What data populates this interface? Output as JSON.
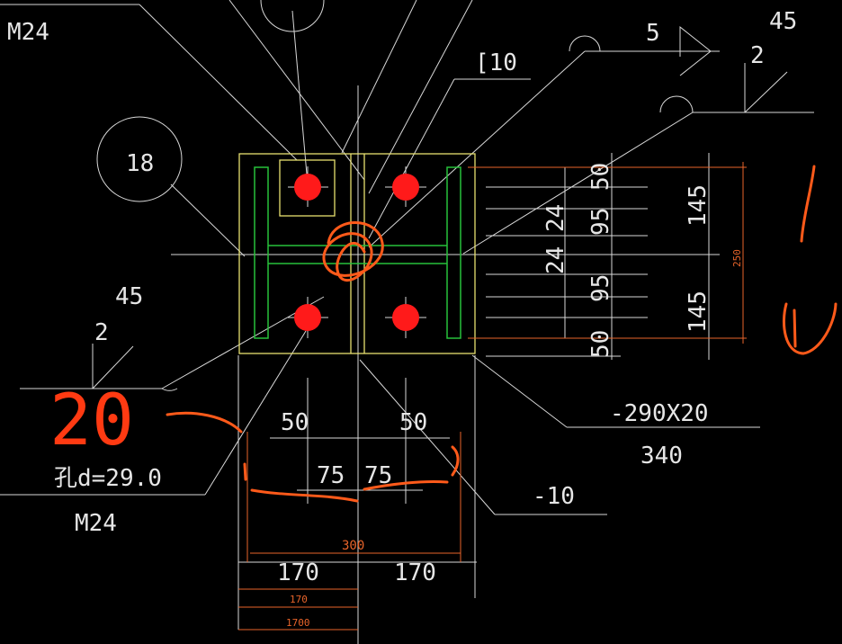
{
  "labels": {
    "bolt_top_left": "M24",
    "bolt_bottom_left": "M24",
    "channel": "[10",
    "weld_size_top": "5",
    "weld_top_2": "2",
    "weld_top_45": "45",
    "weld_left_2": "2",
    "weld_left_45": "45",
    "detail_no": "18",
    "plate_spec": "-290X20",
    "plate_len": "340",
    "stiffener": "-10",
    "hole_d": "孔d=29.0"
  },
  "dims_bottom": {
    "d50_left": "50",
    "d50_right": "50",
    "d75_left": "75",
    "d75_right": "75",
    "d300": "300",
    "d170_left": "170",
    "d170_right": "170",
    "d170_small": "170",
    "d1700": "1700"
  },
  "dims_right": {
    "v50_top": "50",
    "v24_a": "24",
    "v95_a": "95",
    "v24_b": "24",
    "v95_b": "95",
    "v50_bottom": "50",
    "v145_top": "145",
    "v145_bottom": "145",
    "v250": "250"
  },
  "handwriting": {
    "note": "20"
  },
  "colors": {
    "background": "#000000",
    "line": "#d8d8d8",
    "plate": "#e8e070",
    "section": "#27c13a",
    "dimension": "#e8642a",
    "bolt": "#ff1a1a"
  }
}
